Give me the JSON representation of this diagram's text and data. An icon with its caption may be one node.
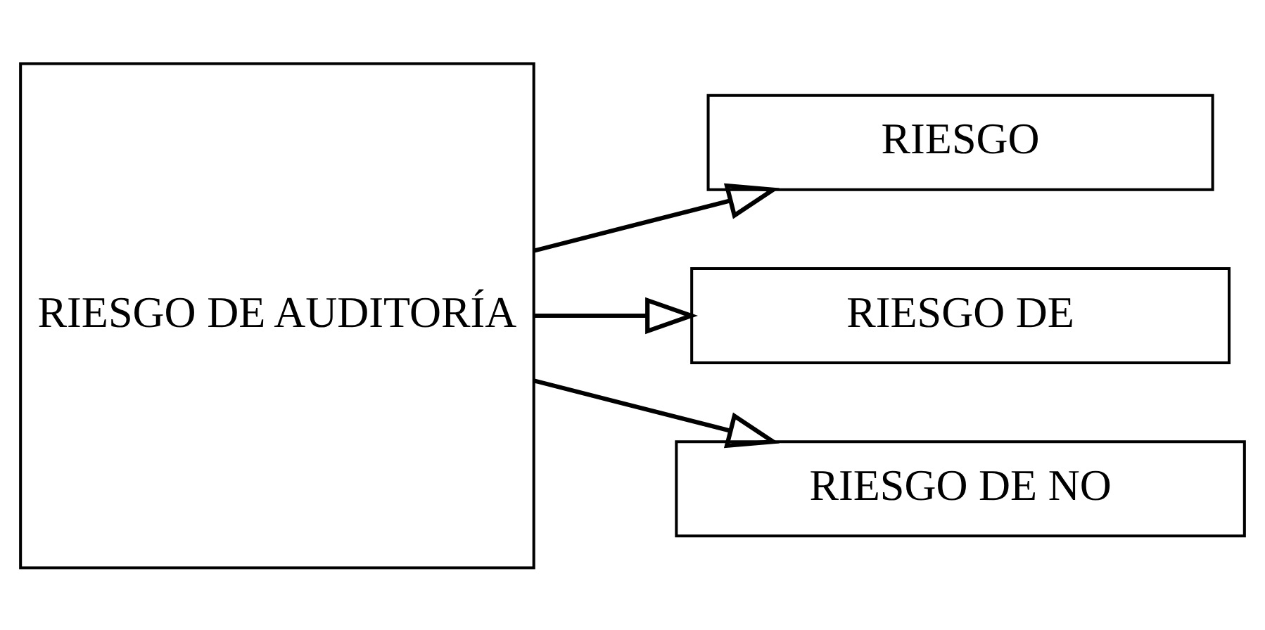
{
  "diagram": {
    "nodes": [
      {
        "text": [
          "RIESGO DE AUDITORÍA"
        ]
      },
      {
        "text": [
          "RIESGO"
        ]
      },
      {
        "text": [
          "RIESGO DE"
        ]
      },
      {
        "text": [
          "RIESGO DE NO"
        ]
      }
    ],
    "edges": [
      {
        "from": 0,
        "to": 1,
        "arrow": "to"
      },
      {
        "from": 0,
        "to": 2,
        "arrow": "to"
      },
      {
        "from": 0,
        "to": 3,
        "arrow": "to"
      }
    ]
  }
}
